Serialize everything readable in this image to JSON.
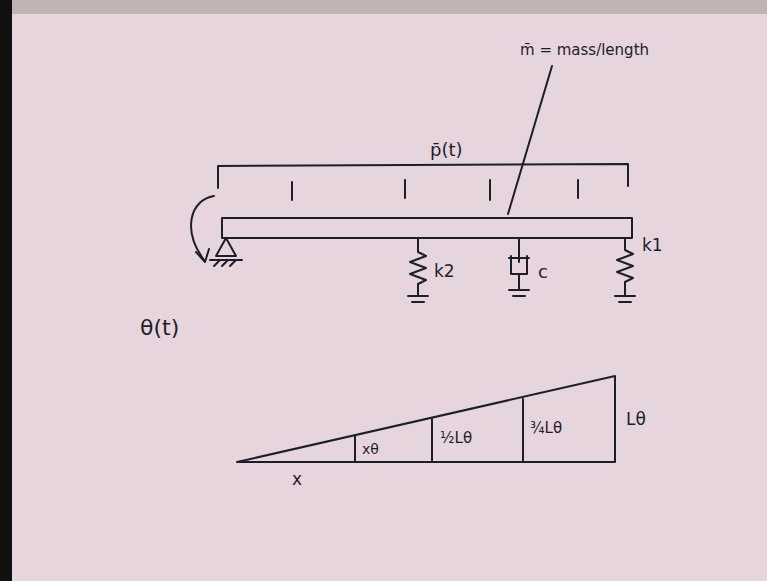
{
  "diagram": {
    "labels": [
      "p̄(t)",
      "m̄ = mass/length",
      "k2",
      "c",
      "k1",
      "θ(t)",
      "x",
      "xθ",
      "½Lθ",
      "¾Lθ",
      "Lθ"
    ]
  }
}
